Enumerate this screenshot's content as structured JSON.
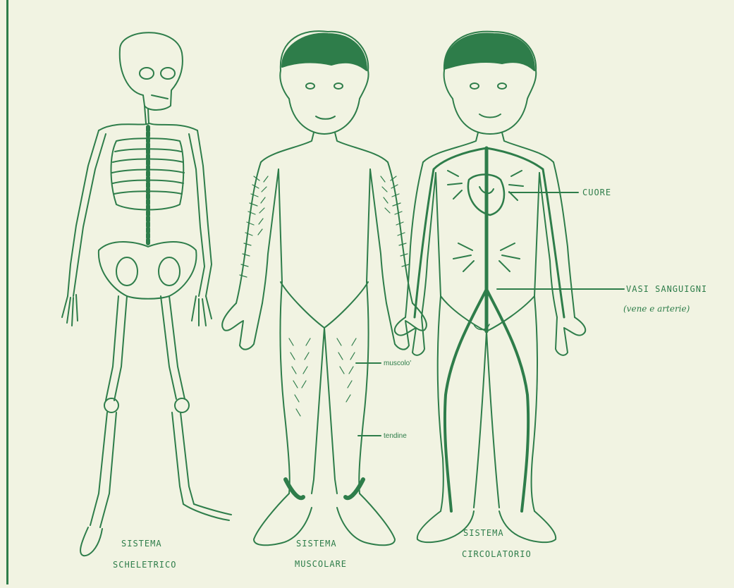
{
  "colors": {
    "ink": "#2e7d4a",
    "paper": "#f1f3e2"
  },
  "figures": {
    "skeletal": {
      "caption_line1": "SISTEMA",
      "caption_line2": "SCHELETRICO"
    },
    "muscular": {
      "caption_line1": "SISTEMA",
      "caption_line2": "MUSCOLARE",
      "label_muscle": "muscolo'",
      "label_tendon": "tendine"
    },
    "circulatory": {
      "caption_line1": "SISTEMA",
      "caption_line2": "CIRCOLATORIO",
      "label_heart": "CUORE",
      "label_vessels_line1": "VASI SANGUIGNI",
      "label_vessels_line2": "(vene e arterie)"
    }
  }
}
